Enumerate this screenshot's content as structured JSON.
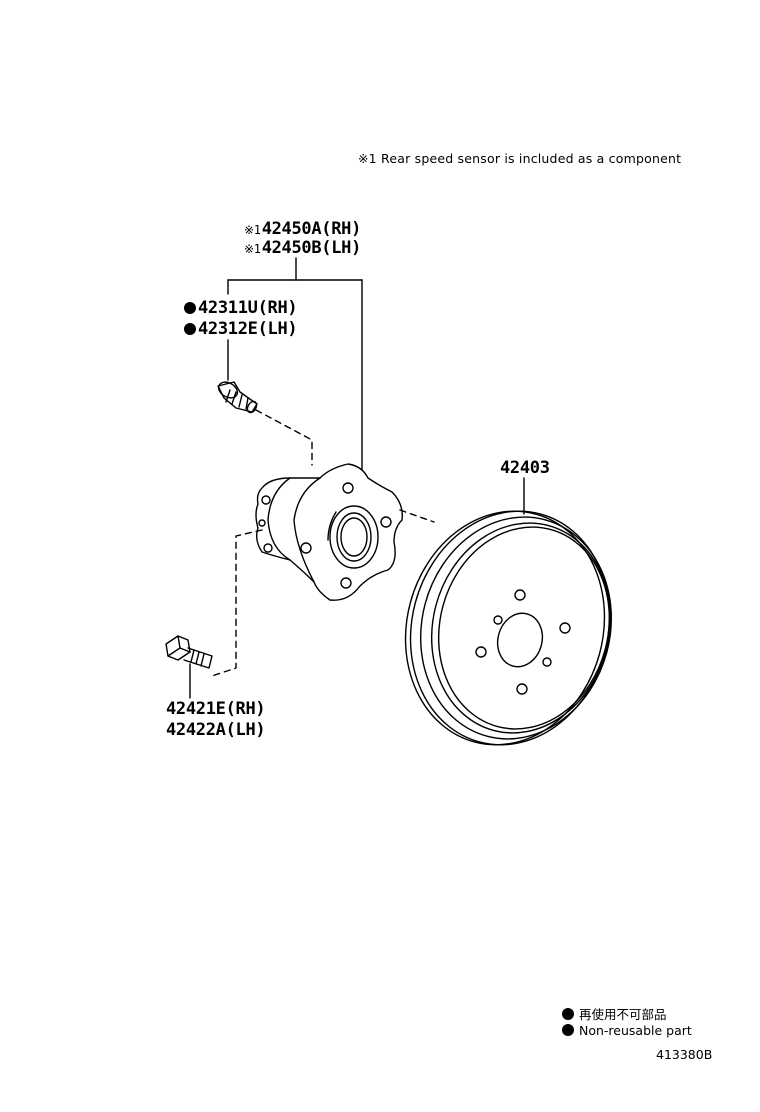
{
  "note": {
    "symbol": "※1",
    "text": "Rear speed sensor is included as a component"
  },
  "parts": {
    "hub_rh": {
      "mark": "※1",
      "number": "42450A(RH)"
    },
    "hub_lh": {
      "mark": "※1",
      "number": "42450B(LH)"
    },
    "bolt_rh": {
      "number": "42311U(RH)"
    },
    "bolt_lh": {
      "number": "42312E(LH)"
    },
    "drum": {
      "number": "42403"
    },
    "hub_bolt_rh": {
      "number": "42421E(RH)"
    },
    "hub_bolt_lh": {
      "number": "42422A(LH)"
    }
  },
  "legend": {
    "non_reusable_jp": "再使用不可部品",
    "non_reusable_en": "Non-reusable part"
  },
  "figure_number": "413380B"
}
